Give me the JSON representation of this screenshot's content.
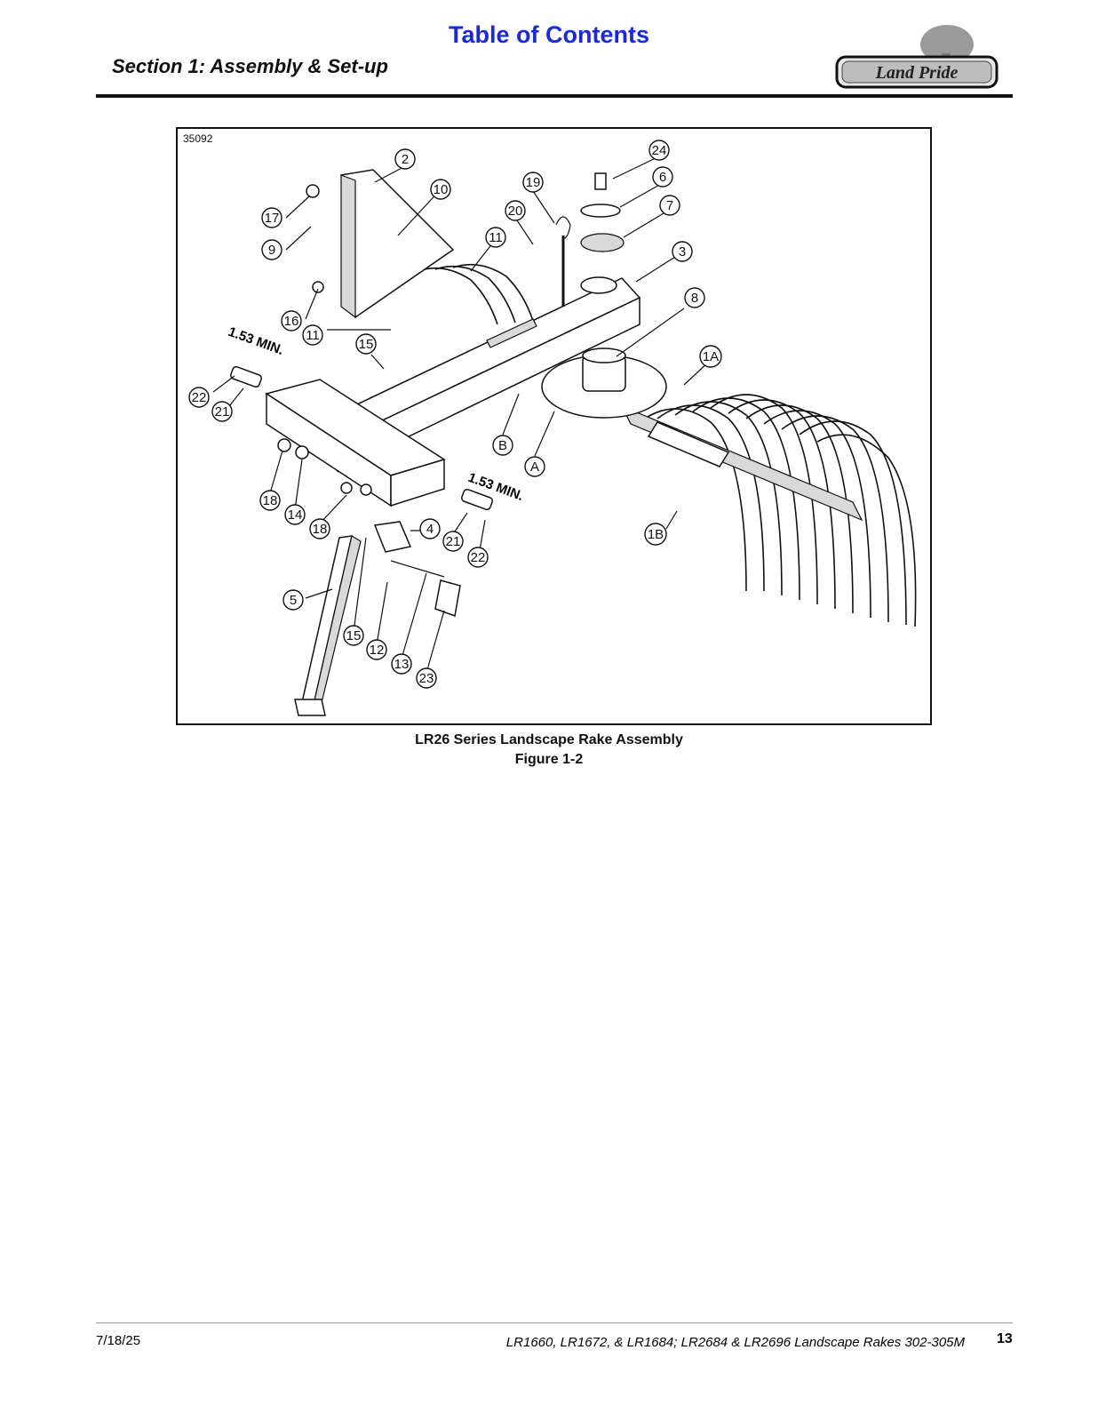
{
  "header": {
    "toc_link": "Table of Contents",
    "section_title": "Section 1: Assembly & Set-up",
    "logo_text": "Land Pride"
  },
  "figure": {
    "id_label": "35092",
    "dimension_label_1": "1.53 MIN.",
    "dimension_label_2": "1.53 MIN.",
    "callouts": [
      "2",
      "10",
      "17",
      "9",
      "19",
      "20",
      "11",
      "24",
      "6",
      "7",
      "3",
      "16",
      "11",
      "15",
      "8",
      "1A",
      "22",
      "21",
      "B",
      "A",
      "18",
      "14",
      "18",
      "4",
      "21",
      "22",
      "1B",
      "5",
      "15",
      "12",
      "13",
      "23"
    ],
    "caption_line1": "LR26 Series Landscape Rake Assembly",
    "caption_line2": "Figure 1-2"
  },
  "footer": {
    "date": "7/18/25",
    "doc_title": "LR1660, LR1672, & LR1684; LR2684 & LR2696 Landscape Rakes 302-305M",
    "page_number": "13"
  },
  "colors": {
    "link": "#1a2ad8",
    "rule": "#111111"
  }
}
